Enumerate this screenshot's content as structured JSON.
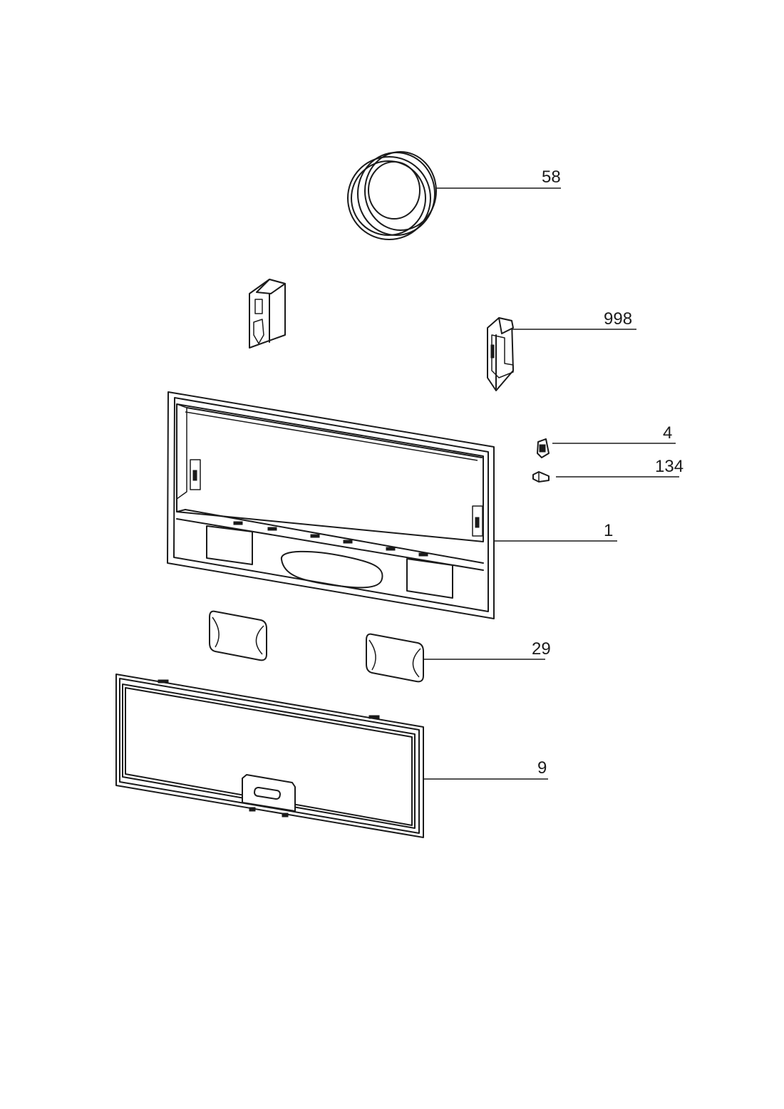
{
  "callouts": {
    "ring": "58",
    "bracket": "998",
    "clip": "4",
    "screw": "134",
    "housing": "1",
    "lamp_cover": "29",
    "filter": "9"
  }
}
